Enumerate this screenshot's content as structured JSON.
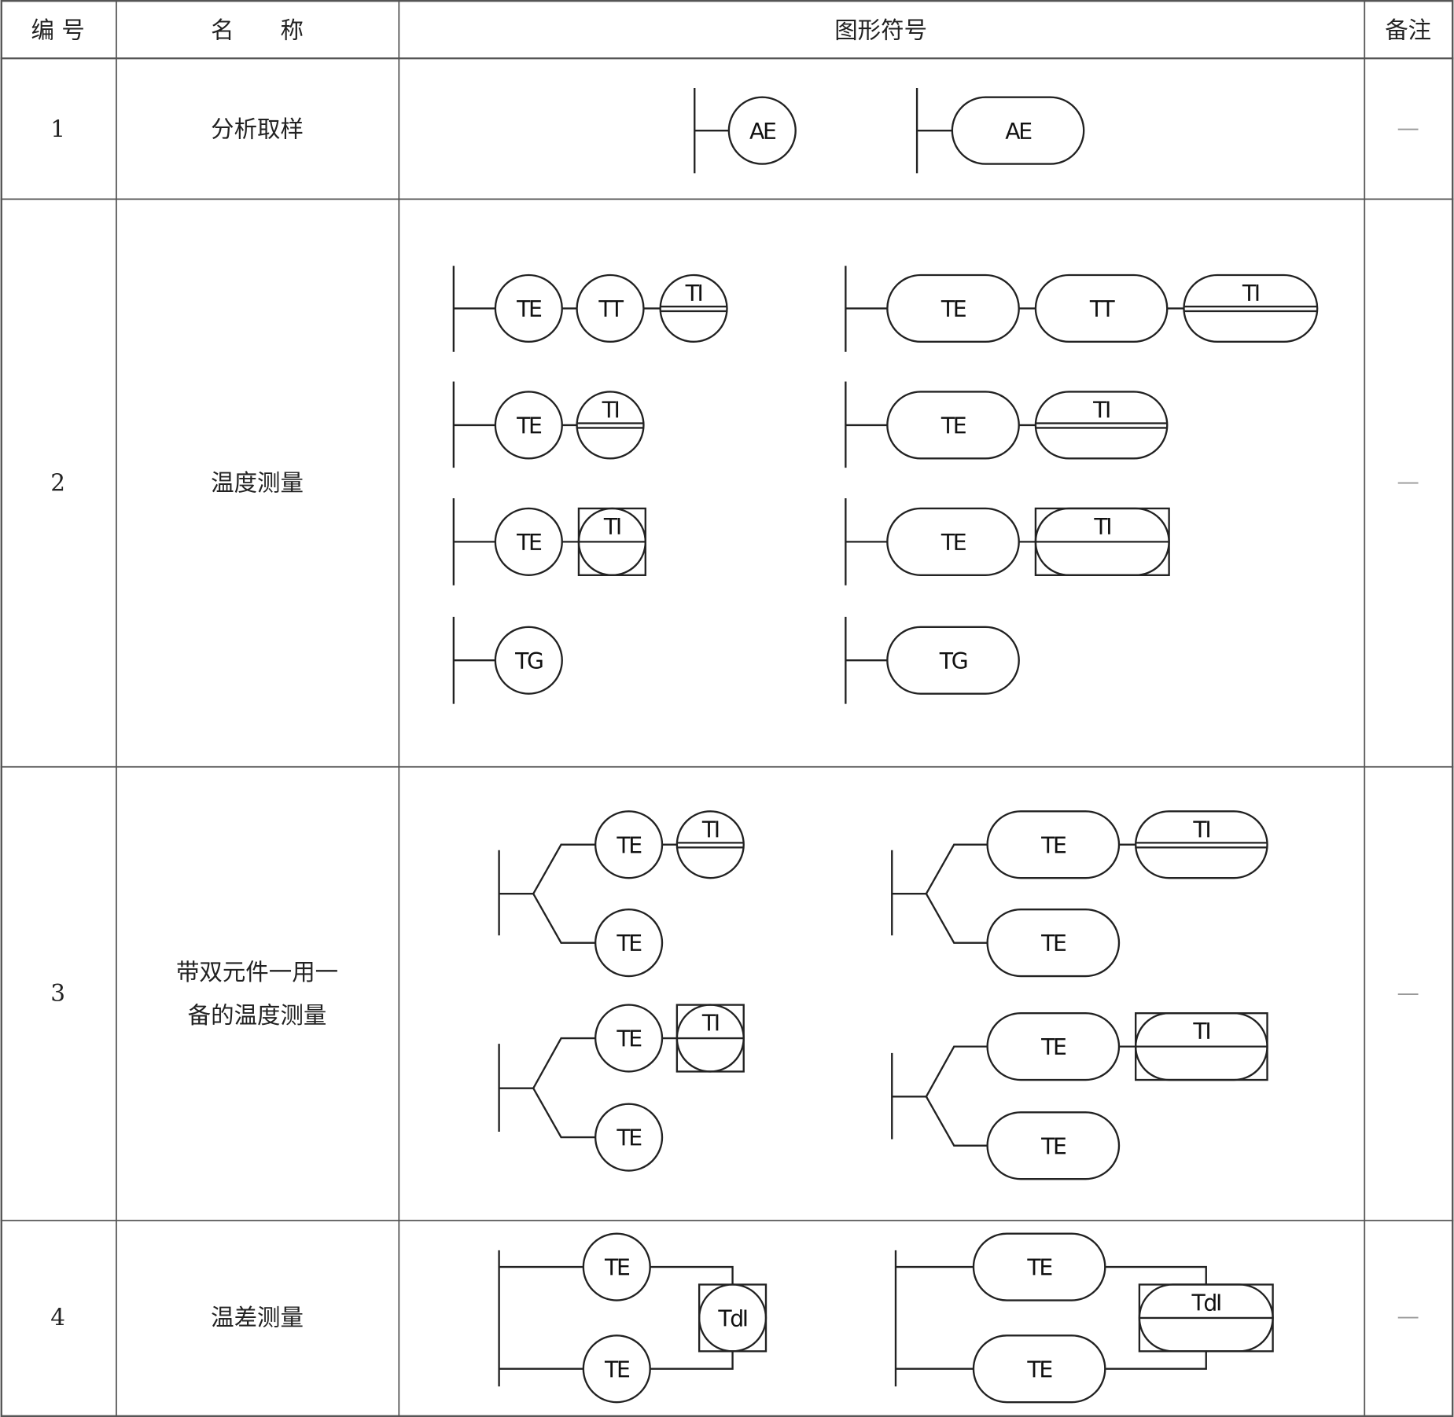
{
  "header": {
    "no": "编 号",
    "name": "名　　称",
    "symbol": "图形符号",
    "remark": "备注"
  },
  "rows": [
    {
      "no": "1",
      "name": [
        "分析取样"
      ],
      "remark": "—",
      "symbols": [
        "AE",
        "AE"
      ]
    },
    {
      "no": "2",
      "name": [
        "温度测量"
      ],
      "remark": "—",
      "symbols": [
        "TE",
        "TT",
        "TI",
        "TE",
        "TI",
        "TE",
        "TI",
        "TG",
        "TE",
        "TT",
        "TI",
        "TE",
        "TI",
        "TE",
        "TI",
        "TG"
      ]
    },
    {
      "no": "3",
      "name": [
        "带双元件一用一",
        "备的温度测量"
      ],
      "remark": "—",
      "symbols": [
        "TE",
        "TI",
        "TE",
        "TE",
        "TI",
        "TE",
        "TE",
        "TI",
        "TE",
        "TE",
        "TI",
        "TE"
      ]
    },
    {
      "no": "4",
      "name": [
        "温差测量"
      ],
      "remark": "—",
      "symbols": [
        "TE",
        "TE",
        "TdI",
        "TE",
        "TE",
        "TdI"
      ]
    }
  ]
}
